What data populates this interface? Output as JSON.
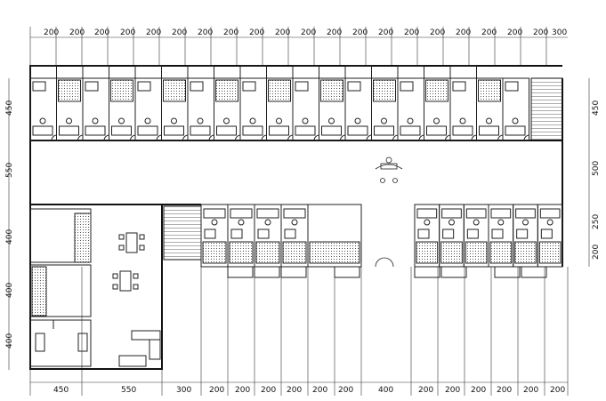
{
  "top_dims": [
    "200",
    "200",
    "200",
    "200",
    "200",
    "200",
    "200",
    "200",
    "200",
    "200",
    "200",
    "200",
    "200",
    "200",
    "200",
    "200",
    "200",
    "200",
    "200",
    "200",
    "300"
  ],
  "bottom_dims": [
    "450",
    "550",
    "300",
    "200",
    "200",
    "200",
    "200",
    "200",
    "200",
    "400",
    "200",
    "200",
    "200",
    "200",
    "200",
    "200"
  ],
  "left_dims": [
    "450",
    "550",
    "400",
    "400",
    "400"
  ],
  "right_dims": [
    "450",
    "500",
    "250",
    "200"
  ]
}
